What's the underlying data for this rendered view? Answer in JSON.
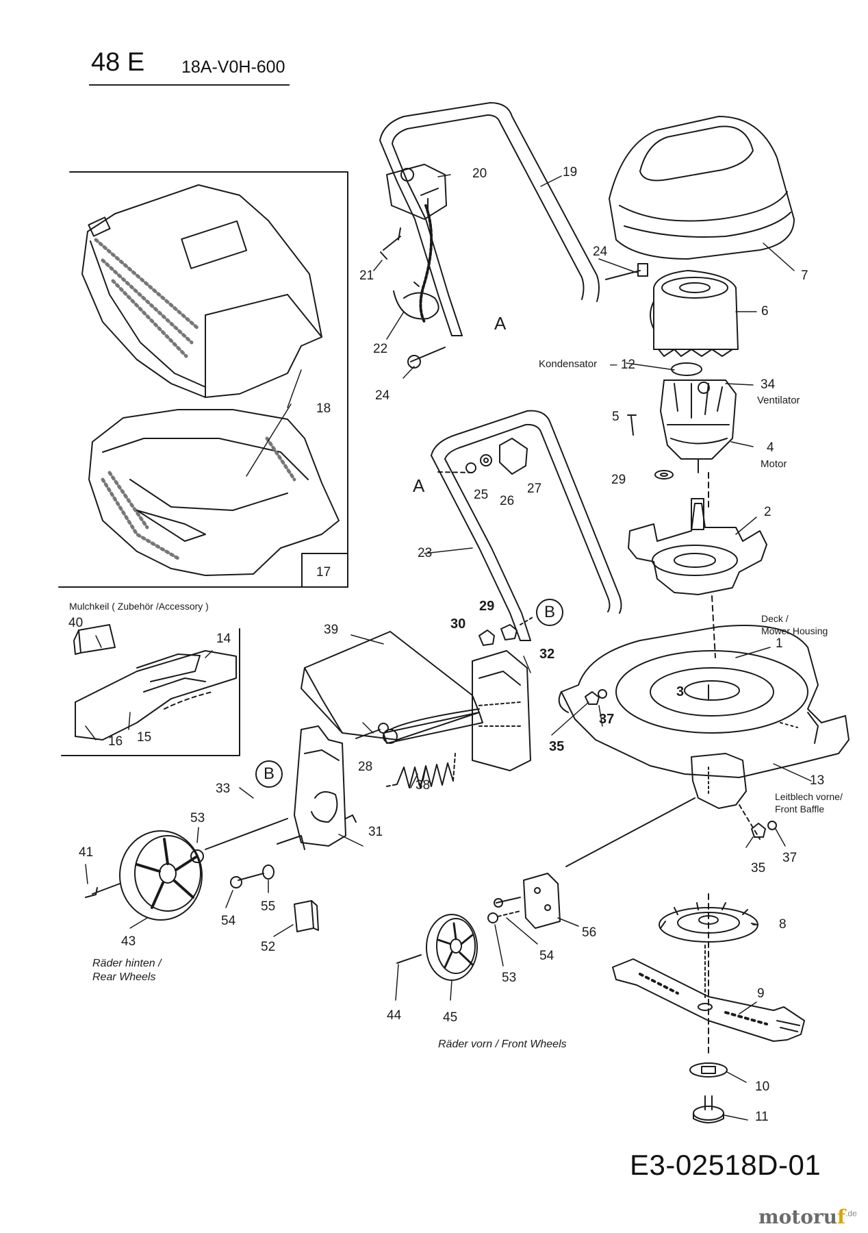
{
  "header": {
    "model": "48 E",
    "code": "18A-V0H-600"
  },
  "doc_number": "E3-02518D-01",
  "brand": {
    "name_part1": "motoru",
    "name_accent": "f",
    "name_suffix": ".de",
    "accent_color": "#d8a400"
  },
  "captions": {
    "mulch": "Mulchkeil ( Zubehör /Accessory  )",
    "kondensator": "Kondensator",
    "ventilator": "Ventilator",
    "motor": "Motor",
    "deck_line1": "Deck /",
    "deck_line2": "Mower Housing",
    "baffle_line1": "Leitblech vorne/",
    "baffle_line2": "Front Baffle",
    "rear_line1": "Räder hinten /",
    "rear_line2": "Rear Wheels",
    "front": "Räder vorn / Front Wheels"
  },
  "callouts": {
    "p1": "1",
    "p2": "2",
    "p3": "3",
    "p4": "4",
    "p5": "5",
    "p6": "6",
    "p7": "7",
    "p8": "8",
    "p9": "9",
    "p10": "10",
    "p11": "11",
    "p12": "– 12",
    "p13": "13",
    "p14": "14",
    "p15": "15",
    "p16": "16",
    "p17": "17",
    "p18": "18",
    "p19": "19",
    "p20": "20",
    "p21": "21",
    "p22": "22",
    "p23": "23",
    "p24a": "24",
    "p24b": "24",
    "p25": "25",
    "p26": "26",
    "p27": "27",
    "p28": "28",
    "p29a": "29",
    "p29b": "29",
    "p30": "30",
    "p31": "31",
    "p32": "32",
    "p33": "33",
    "p34": "34",
    "p35a": "35",
    "p35b": "35",
    "p37a": "37",
    "p37b": "37",
    "p38": "38",
    "p39": "39",
    "p40": "40",
    "p41": "41",
    "p43": "43",
    "p44": "44",
    "p45": "45",
    "p52": "52",
    "p53a": "53",
    "p53b": "53",
    "p54a": "54",
    "p54b": "54",
    "p55": "55",
    "p56": "56",
    "markA1": "A",
    "markA2": "A",
    "markB1": "B",
    "markB2": "B"
  }
}
